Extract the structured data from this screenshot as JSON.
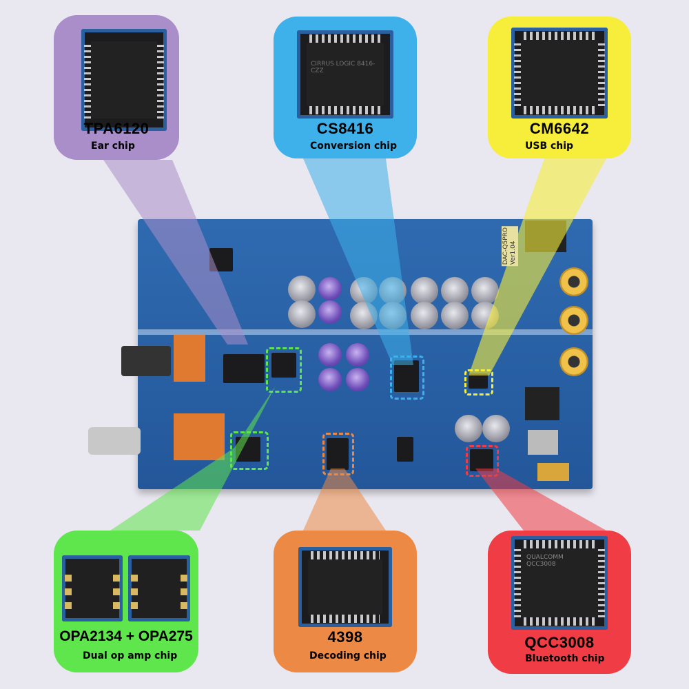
{
  "chips": [
    {
      "id": "tpa6120",
      "name": "TPA6120",
      "desc": "Ear chip",
      "color": "#a98ec9"
    },
    {
      "id": "cs8416",
      "name": "CS8416",
      "desc": "Conversion chip",
      "color": "#3eb1ea"
    },
    {
      "id": "cm6642",
      "name": "CM6642",
      "desc": "USB chip",
      "color": "#f6ee3a"
    },
    {
      "id": "opamp",
      "name": "OPA2134 + OPA275",
      "desc": "Dual op amp chip",
      "color": "#5ee64c"
    },
    {
      "id": "ak4398",
      "name": "4398",
      "desc": "Decoding chip",
      "color": "#ec8a45"
    },
    {
      "id": "qcc3008",
      "name": "QCC3008",
      "desc": "Bluetooth chip",
      "color": "#f03c44"
    }
  ],
  "board": {
    "label": "DAC-Q5PRO",
    "version": "Ver1.04"
  },
  "chip_markings": {
    "cs8416": "CIRRUS LOGIC 8416-CZZ",
    "qcc3008": "QUALCOMM QCC3008"
  }
}
